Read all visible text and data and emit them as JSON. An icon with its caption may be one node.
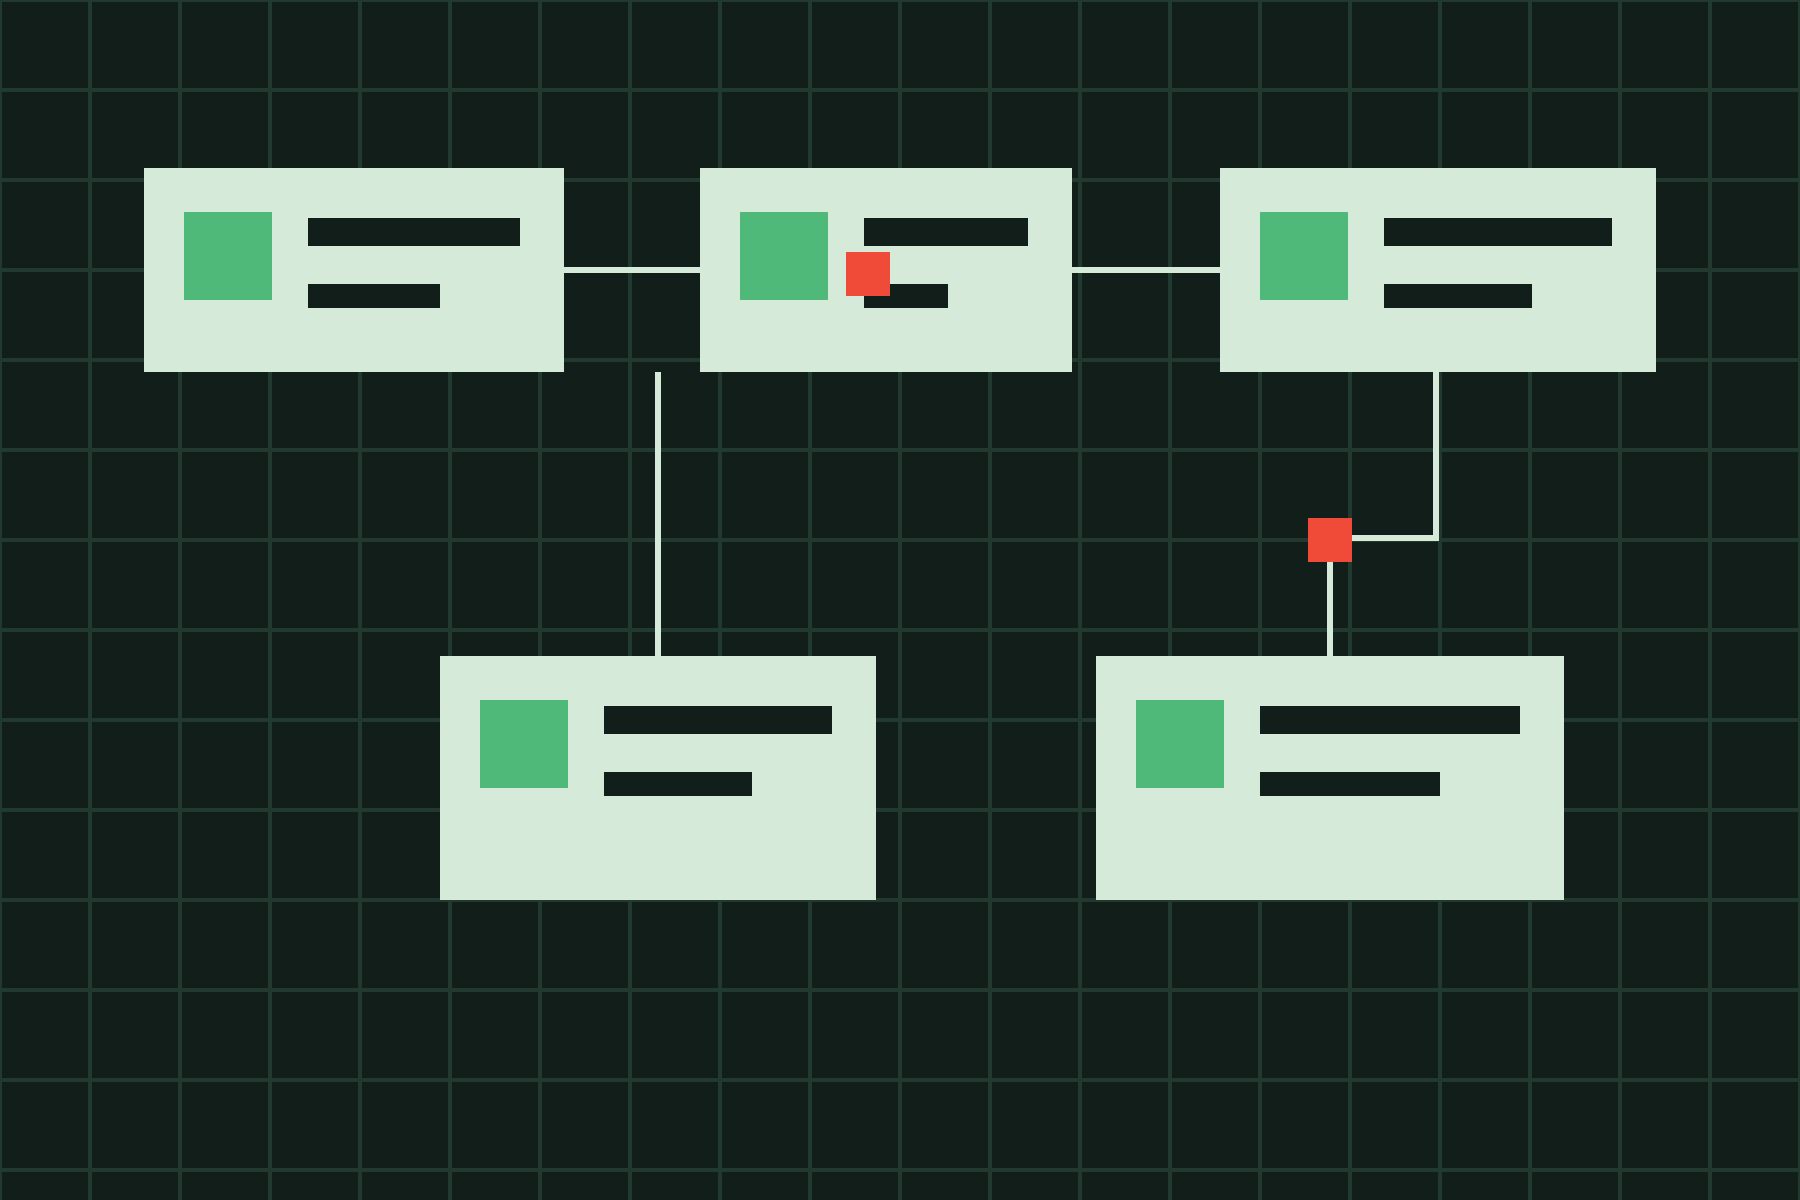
{
  "diagram": {
    "nodes": [
      {
        "text": [],
        "shape": "box"
      },
      {
        "text": [],
        "shape": "box"
      },
      {
        "text": [],
        "shape": "box"
      },
      {
        "text": [],
        "shape": "box"
      },
      {
        "text": [],
        "shape": "box"
      }
    ],
    "edges": [
      {
        "from": 0,
        "to": 1,
        "arrow": "none"
      },
      {
        "from": 1,
        "to": 2,
        "arrow": "none"
      },
      {
        "from": null,
        "to": 3,
        "arrow": "none"
      },
      {
        "from": 2,
        "to": 4,
        "arrow": "none"
      }
    ]
  }
}
